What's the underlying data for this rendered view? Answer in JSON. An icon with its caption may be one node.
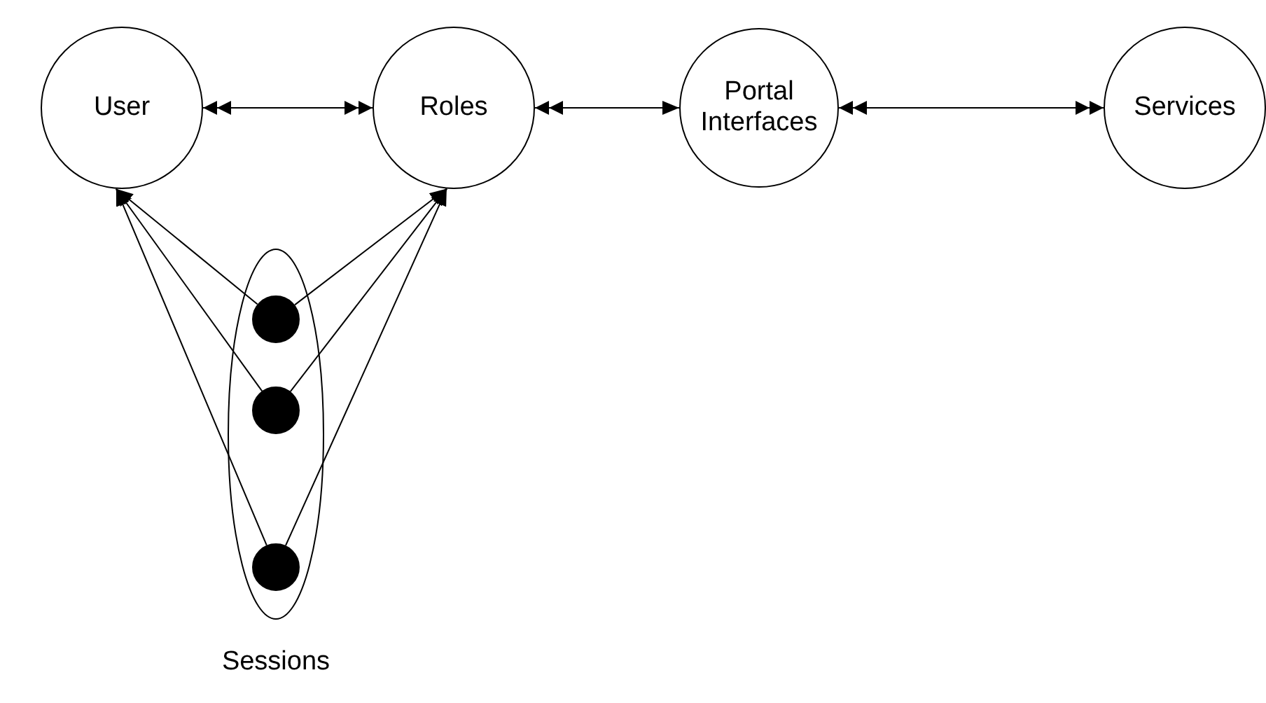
{
  "diagram": {
    "nodes": [
      {
        "text": [
          "User"
        ]
      },
      {
        "text": [
          "Roles"
        ]
      },
      {
        "text": [
          "Portal Interfaces"
        ]
      },
      {
        "text": [
          "Services"
        ]
      },
      {
        "text": [
          "Sessions"
        ]
      },
      {
        "text": [],
        "shape": "circle",
        "in": 4
      },
      {
        "text": [],
        "shape": "circle",
        "in": 4
      },
      {
        "text": [],
        "shape": "circle",
        "in": 4
      }
    ],
    "edges": [
      {
        "from": 0,
        "to": 1,
        "arrow": "both"
      },
      {
        "from": 1,
        "to": 2,
        "arrow": "both"
      },
      {
        "from": 2,
        "to": 3,
        "arrow": "both"
      },
      {
        "from": 5,
        "to": 0,
        "arrow": "to"
      },
      {
        "from": 6,
        "to": 0,
        "arrow": "to"
      },
      {
        "from": 7,
        "to": 0,
        "arrow": "to"
      },
      {
        "from": 5,
        "to": 1,
        "arrow": "to"
      },
      {
        "from": 6,
        "to": 1,
        "arrow": "to"
      },
      {
        "from": 7,
        "to": 1,
        "arrow": "to"
      }
    ]
  }
}
